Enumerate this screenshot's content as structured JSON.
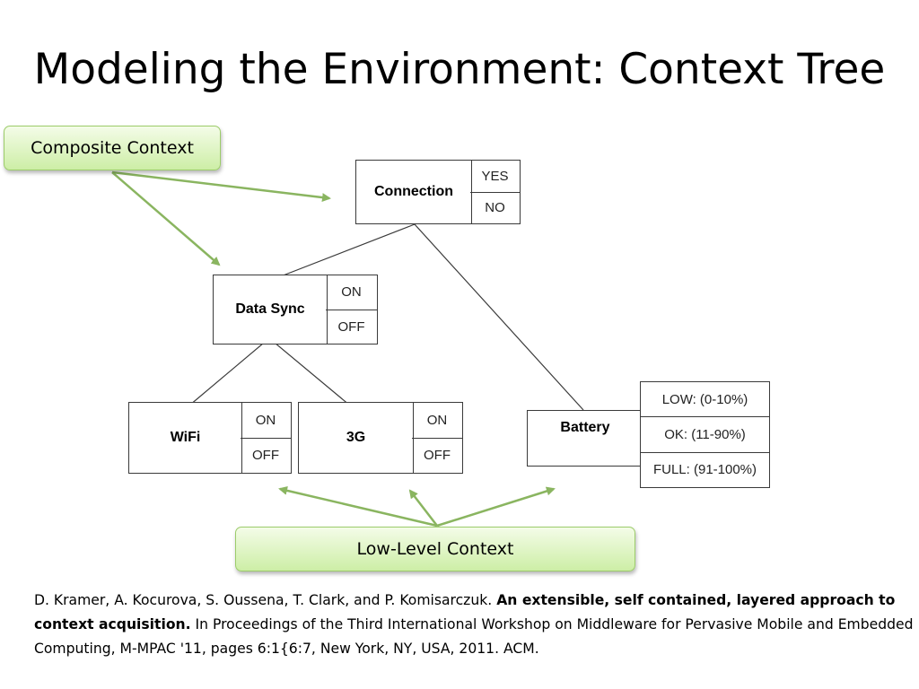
{
  "title": "Modeling the Environment: Context Tree",
  "callouts": {
    "composite": "Composite Context",
    "low_level": "Low-Level Context"
  },
  "nodes": {
    "connection": {
      "label": "Connection",
      "values": [
        "YES",
        "NO"
      ]
    },
    "data_sync": {
      "label": "Data Sync",
      "values": [
        "ON",
        "OFF"
      ]
    },
    "wifi": {
      "label": "WiFi",
      "values": [
        "ON",
        "OFF"
      ]
    },
    "three_g": {
      "label": "3G",
      "values": [
        "ON",
        "OFF"
      ]
    },
    "battery": {
      "label": "Battery",
      "values": [
        "LOW: (0-10%)",
        "OK: (11-90%)",
        "FULL: (91-100%)"
      ]
    }
  },
  "colors": {
    "callout_border": "#9ccc6a",
    "arrow": "#8ab560",
    "tree_line": "#3a3a3a"
  },
  "citation": {
    "authors": "D. Kramer, A. Kocurova, S. Oussena, T. Clark, and P. Komisarczuk.",
    "title": "An extensible, self contained, layered approach to context acquisition.",
    "venue": "In Proceedings of the Third International Workshop on Middleware for Pervasive Mobile and Embedded Computing, M-MPAC '11, pages 6:1{6:7, New York, NY, USA, 2011. ACM."
  }
}
